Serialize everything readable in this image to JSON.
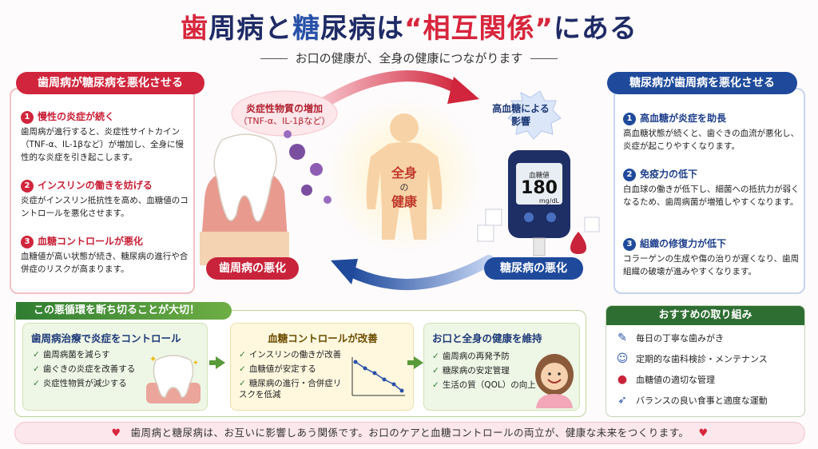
{
  "title": {
    "part1": "歯",
    "part2": "周病と",
    "part3": "糖",
    "part4": "尿病は",
    "quote_open": "“",
    "highlight": "相互関係",
    "quote_close": "”",
    "part5": "にある"
  },
  "subtitle": "お口の健康が、全身の健康につながります",
  "left_panel": {
    "header": "歯周病が糖尿病を悪化させる",
    "items": [
      {
        "num": "1",
        "heading": "慢性の炎症が続く",
        "text": "歯周病が進行すると、炎症性サイトカイン（TNF-α、IL-1βなど）が増加し、全身に慢性的な炎症を引き起こします。"
      },
      {
        "num": "2",
        "heading": "インスリンの働きを妨げる",
        "text": "炎症がインスリン抵抗性を高め、血糖値のコントロールを悪化させます。"
      },
      {
        "num": "3",
        "heading": "血糖コントロールが悪化",
        "text": "血糖値が高い状態が続き、糖尿病の進行や合併症のリスクが高まります。"
      }
    ]
  },
  "right_panel": {
    "header": "糖尿病が歯周病を悪化させる",
    "items": [
      {
        "num": "1",
        "heading": "高血糖が炎症を助長",
        "text": "高血糖状態が続くと、歯ぐきの血流が悪化し、炎症が起こりやすくなります。"
      },
      {
        "num": "2",
        "heading": "免疫力の低下",
        "text": "白血球の働きが低下し、細菌への抵抗力が弱くなるため、歯周病菌が増殖しやすくなります。"
      },
      {
        "num": "3",
        "heading": "組織の修復力が低下",
        "text": "コラーゲンの生成や傷の治りが遅くなり、歯周組織の破壊が進みやすくなります。"
      }
    ]
  },
  "center": {
    "inflammation_label": "炎症性物質の増加",
    "inflammation_sub": "（TNF-α、IL-1βなど）",
    "glucose_label_1": "高血糖による",
    "glucose_label_2": "影響",
    "body_label_1": "全身",
    "body_label_no": "の",
    "body_label_2": "健康",
    "perio_badge": "歯周病の悪化",
    "diabetes_badge": "糖尿病の悪化",
    "meter_label": "血糖値",
    "meter_value": "180",
    "meter_unit": "mg/dL"
  },
  "cycle": {
    "banner": "この悪循環を断ち切ることが大切！",
    "steps": [
      {
        "title": "歯周病治療で炎症をコントロール",
        "items": [
          "歯周病菌を減らす",
          "歯ぐきの炎症を改善する",
          "炎症性物質が減少する"
        ]
      },
      {
        "title": "血糖コントロールが改善",
        "items": [
          "インスリンの働きが改善",
          "血糖値が安定する",
          "糖尿病の進行・合併症リスクを低減"
        ]
      },
      {
        "title": "お口と全身の健康を維持",
        "items": [
          "歯周病の再発予防",
          "糖尿病の安定管理",
          "生活の質（QOL）の向上"
        ]
      }
    ]
  },
  "recommendations": {
    "header": "おすすめの取り組み",
    "items": [
      {
        "icon": "toothbrush-icon",
        "label": "毎日の丁寧な歯みがき"
      },
      {
        "icon": "dentist-icon",
        "label": "定期的な歯科検診・メンテナンス"
      },
      {
        "icon": "blood-drop-icon",
        "label": "血糖値の適切な管理"
      },
      {
        "icon": "running-icon",
        "label": "バランスの良い食事と適度な運動"
      }
    ]
  },
  "footer": "歯周病と糖尿病は、お互いに影響しあう関係です。お口のケアと血糖コントロールの両立が、健康な未来をつくります。",
  "colors": {
    "red": "#d0253c",
    "navy": "#1f4a9c",
    "green": "#2f6e33"
  }
}
